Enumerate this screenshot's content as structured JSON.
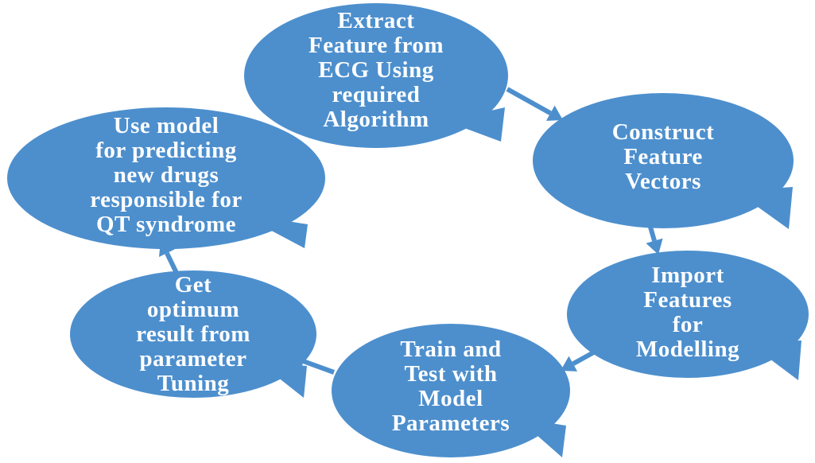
{
  "diagram": {
    "accent_color": "#4d8fcd",
    "label_color": "#ffffff",
    "nodes": [
      {
        "id": "extract",
        "lines": [
          "Extract",
          "Feature from",
          "ECG Using",
          "required",
          "Algorithm"
        ]
      },
      {
        "id": "construct",
        "lines": [
          "Construct",
          "Feature",
          "Vectors"
        ]
      },
      {
        "id": "import",
        "lines": [
          "Import",
          "Features",
          "for",
          "Modelling"
        ]
      },
      {
        "id": "train",
        "lines": [
          "Train and",
          "Test with",
          "Model",
          "Parameters"
        ]
      },
      {
        "id": "optimum",
        "lines": [
          "Get",
          "optimum",
          "result from",
          "parameter",
          "Tuning"
        ]
      },
      {
        "id": "predict",
        "lines": [
          "Use model",
          "for predicting",
          "new drugs",
          "responsible for",
          "QT syndrome"
        ]
      }
    ],
    "edges": [
      {
        "from": "extract",
        "to": "construct"
      },
      {
        "from": "construct",
        "to": "import"
      },
      {
        "from": "import",
        "to": "train"
      },
      {
        "from": "train",
        "to": "optimum"
      },
      {
        "from": "optimum",
        "to": "predict"
      }
    ]
  }
}
